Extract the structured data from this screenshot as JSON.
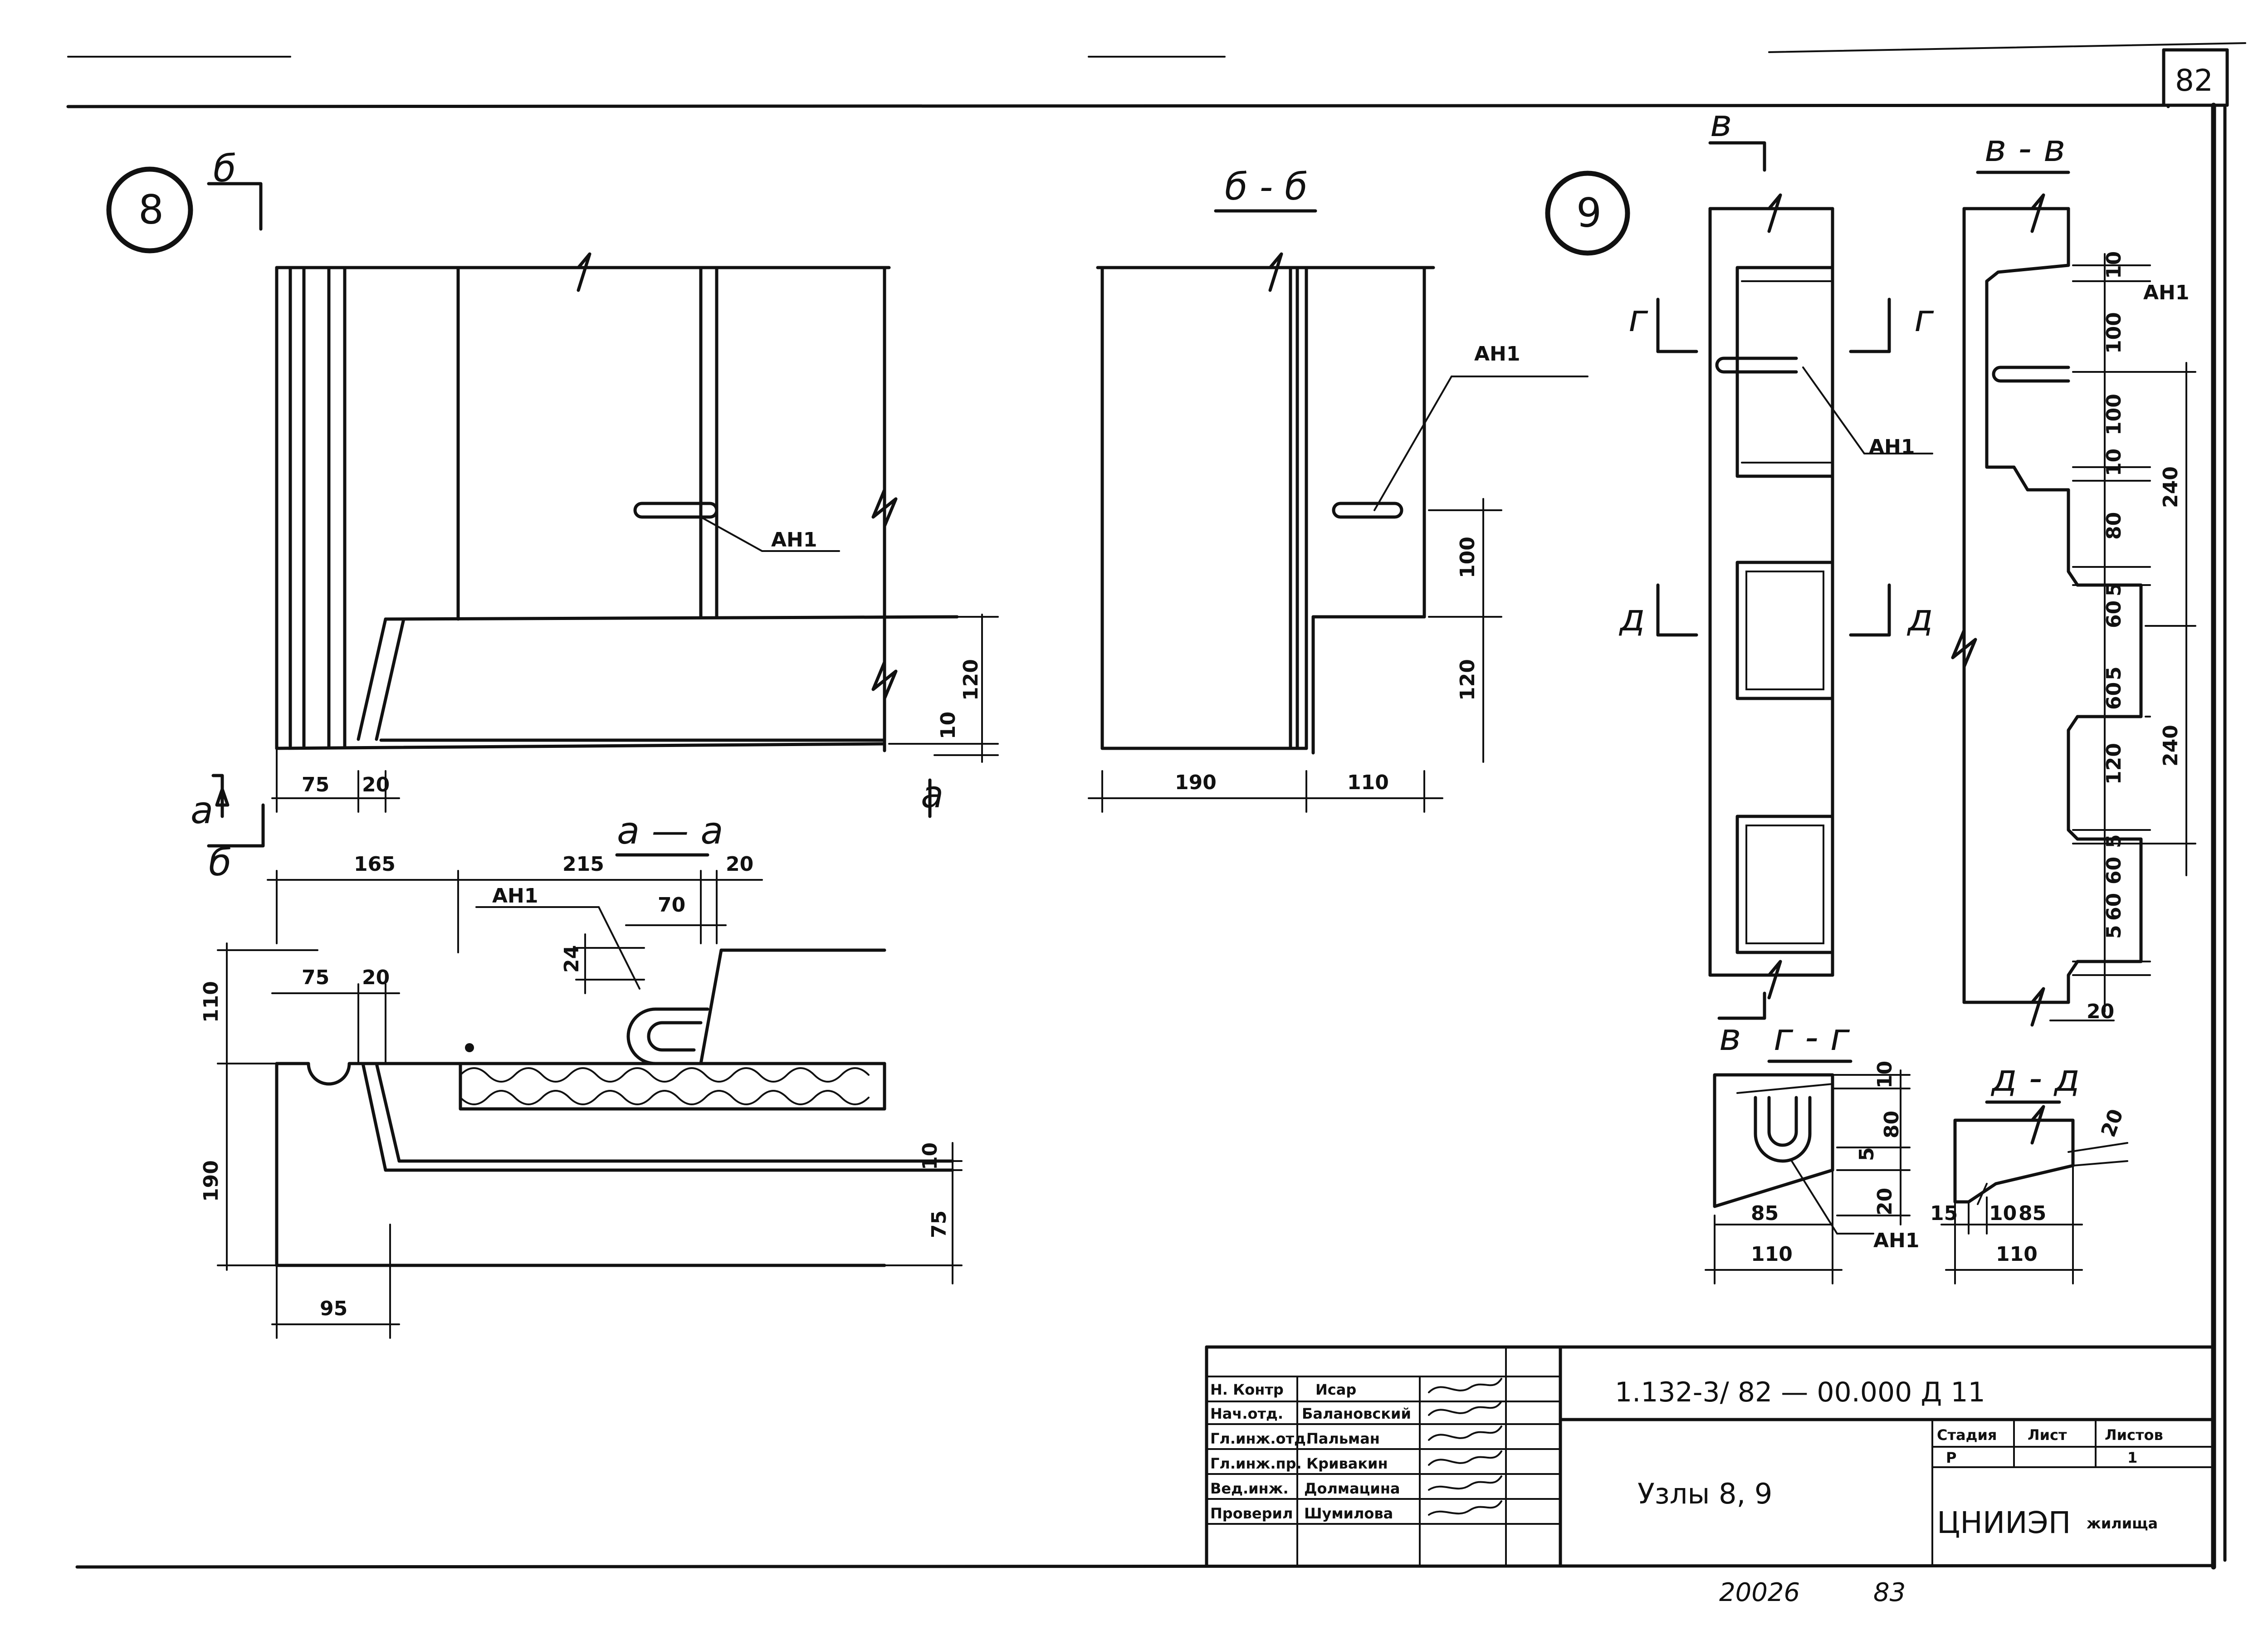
{
  "sheet": {
    "number": "82",
    "document_code": "1.132-3/ 82 — 00.000   Д 11",
    "title": "Узлы  8, 9",
    "organization": "ЦНИИЭП",
    "organization_suffix": "жилища",
    "stage_header": "Стадия",
    "sheet_header": "Лист",
    "sheets_header": "Листов",
    "stage": "Р",
    "sheets_total": "1",
    "archive_number": "20026",
    "archive_page": "83"
  },
  "signatures": [
    {
      "role": "Н. Контр",
      "name": "Исар"
    },
    {
      "role": "Нач.отд.",
      "name": "Балановский"
    },
    {
      "role": "Гл.инж.отд.",
      "name": "Пальман"
    },
    {
      "role": "Гл.инж.пр.",
      "name": "Кривакин"
    },
    {
      "role": "Вед.инж.",
      "name": "Долмацина"
    },
    {
      "role": "Проверил",
      "name": "Шумилова"
    }
  ],
  "node8": {
    "marker": "8",
    "cut_b": "б",
    "cut_a": "а",
    "label_ah1": "АН1",
    "dims": {
      "d75": "75",
      "d20": "20",
      "d120": "120",
      "d10": "10"
    }
  },
  "section_bb": {
    "title": "б - б",
    "label_ah1": "АН1",
    "dims": {
      "d100": "100",
      "d120": "120",
      "d190": "190",
      "d110": "110"
    }
  },
  "section_aa": {
    "title": "а — а",
    "label_ah1": "АН1",
    "dims": {
      "d165": "165",
      "d215": "215",
      "d20": "20",
      "d70": "70",
      "d24": "24",
      "d110": "110",
      "d75": "75",
      "d20b": "20",
      "d190": "190",
      "d95": "95",
      "d10": "10",
      "d75b": "75"
    }
  },
  "node9": {
    "marker": "9",
    "cut_v": "в",
    "cut_g": "г",
    "cut_d": "д",
    "label_ah1": "АН1"
  },
  "section_vv": {
    "title": "в - в",
    "label_ah1": "АН1",
    "dims": {
      "d10": "10",
      "d100": "100",
      "d100b": "100",
      "d10b": "10",
      "d80": "80",
      "d5": "5",
      "d60": "60",
      "d5b": "5",
      "d60b": "60",
      "d120": "120",
      "d5c": "5",
      "d60c": "60",
      "d5d": "5",
      "d60d": "60",
      "d240": "240",
      "d240b": "240",
      "d20": "20"
    }
  },
  "section_gg": {
    "title": "г - г",
    "label_ah1": "АН1",
    "dims": {
      "d10": "10",
      "d80": "80",
      "d5": "5",
      "d20": "20",
      "d85": "85",
      "d110": "110"
    }
  },
  "section_dd": {
    "title": "д - д",
    "dims": {
      "d20": "20",
      "d15": "15",
      "d10": "10",
      "d85": "85",
      "d110": "110"
    }
  }
}
